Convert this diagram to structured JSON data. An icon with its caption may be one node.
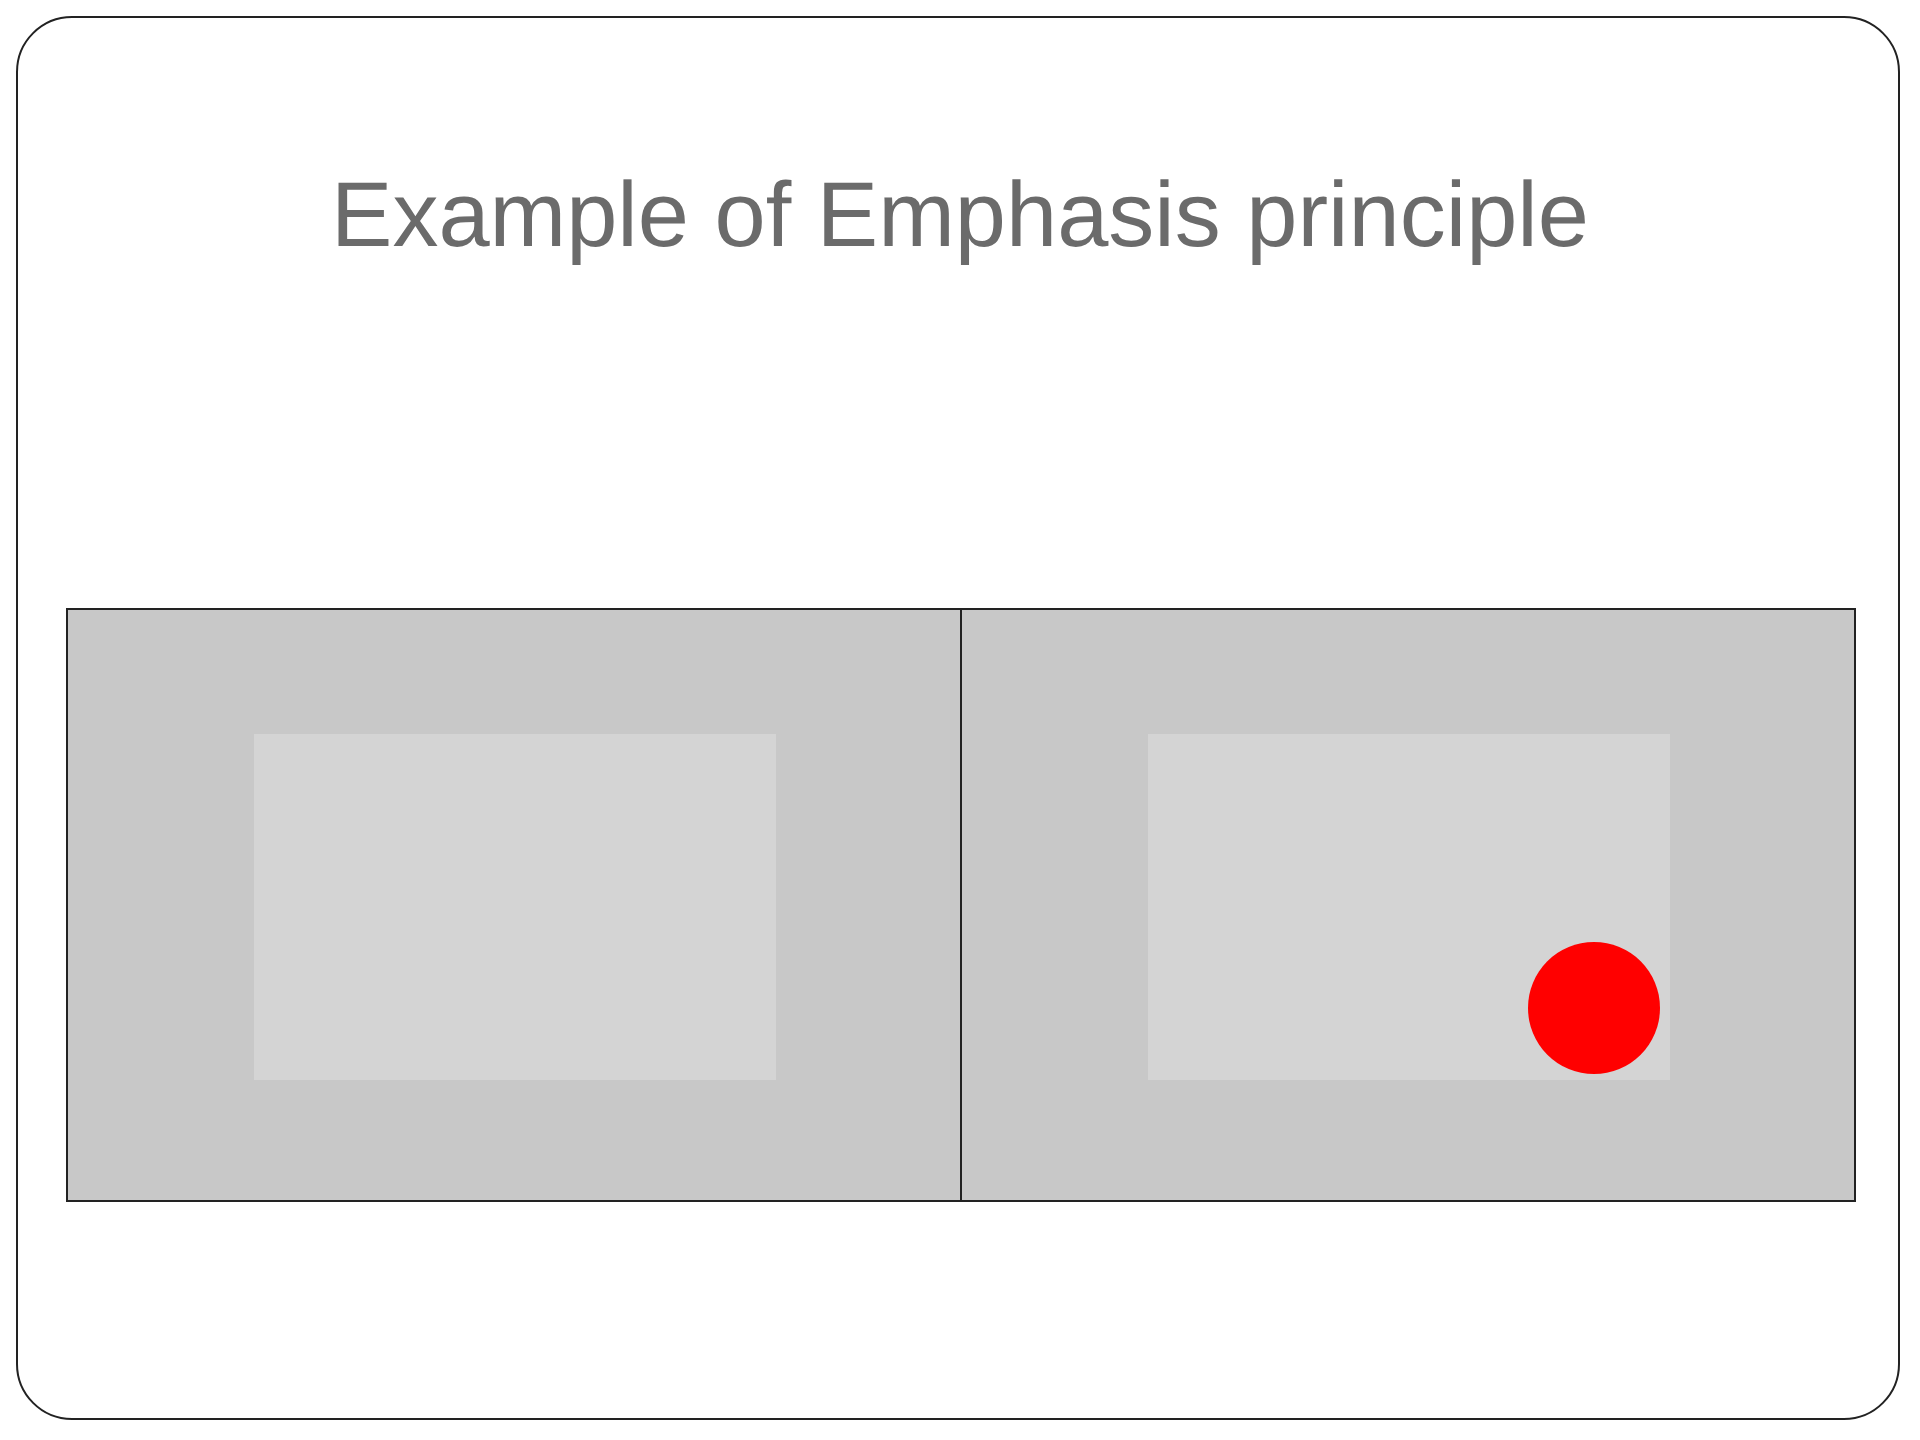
{
  "diagram": {
    "title": "Example of Emphasis principle",
    "nodes": [
      {
        "text": [],
        "shape": "box"
      },
      {
        "text": [],
        "shape": "box",
        "in": 0
      },
      {
        "text": [],
        "shape": "box"
      },
      {
        "text": [],
        "shape": "box",
        "in": 2
      },
      {
        "text": [],
        "shape": "circle",
        "in": 3
      }
    ]
  }
}
